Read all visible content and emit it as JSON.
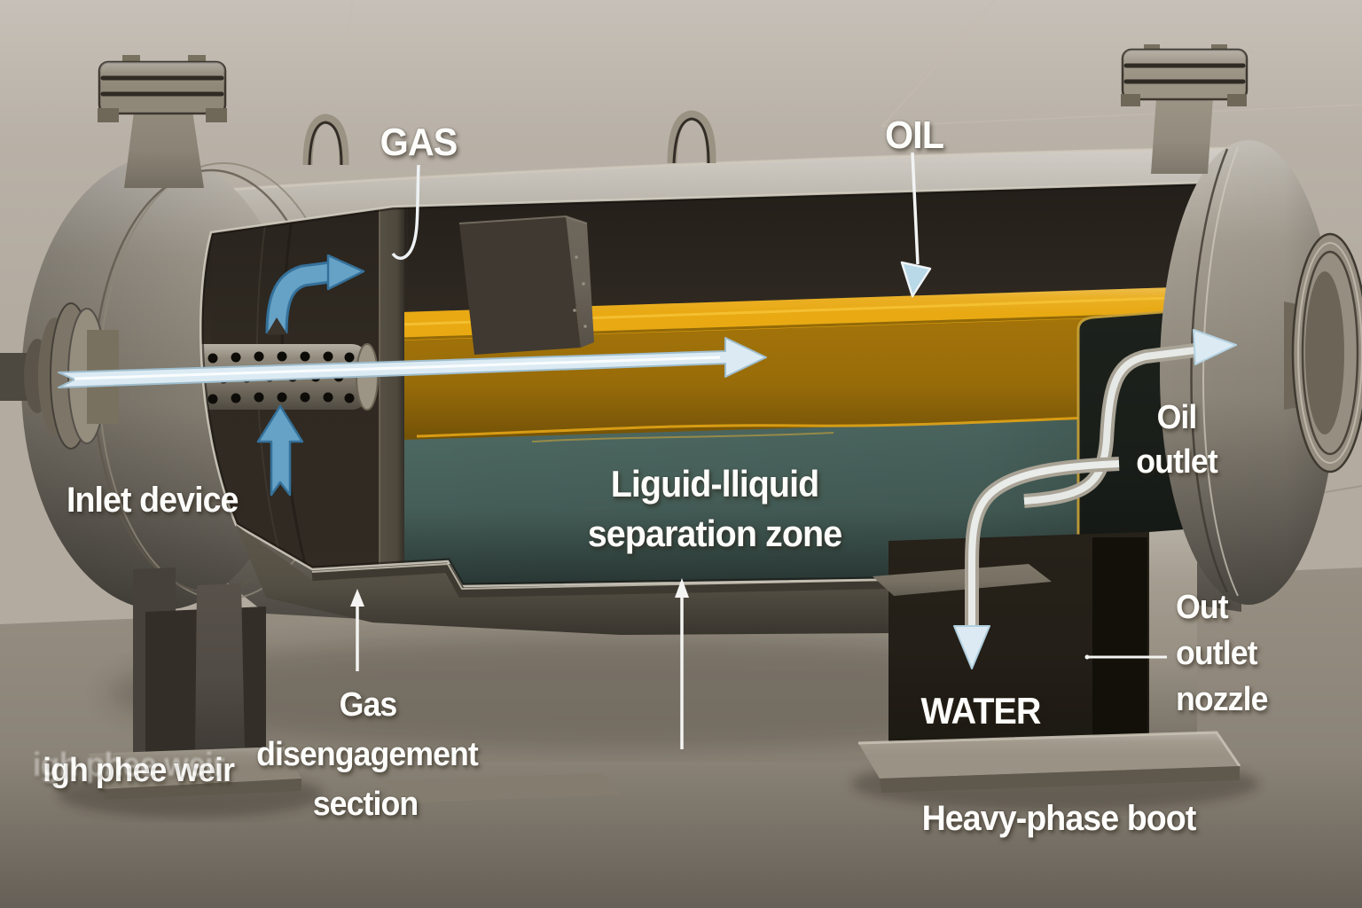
{
  "labels": {
    "gas": "GAS",
    "oil": "OIL",
    "inlet_device": "Inlet device",
    "separation_zone": {
      "line1": "Liguid-lliquid",
      "line2": "separation zone"
    },
    "gas_disengagement": {
      "line1": "Gas",
      "line2": "disengagement",
      "line3": "section"
    },
    "weir": "igh phee weir",
    "water": "WATER",
    "oil_outlet": {
      "line1": "Oil",
      "line2": "outlet"
    },
    "outlet_nozzle": {
      "line1": "Out",
      "line2": "outlet",
      "line3": "nozzle"
    },
    "heavy_phase_boot": "Heavy-phase boot"
  },
  "colors": {
    "wall": "#b3aba0",
    "floor": "#978f82",
    "vessel": "#a49c8e",
    "vessel_dark": "#5d574b",
    "interior": "#362f27",
    "oil": "#a5750a",
    "oil_bright": "#e8a913",
    "water": "#4f6b64",
    "arrow_blue": "#66a2c6",
    "arrow_pale": "#dcebf3",
    "label_text": "#fdfdfb"
  }
}
